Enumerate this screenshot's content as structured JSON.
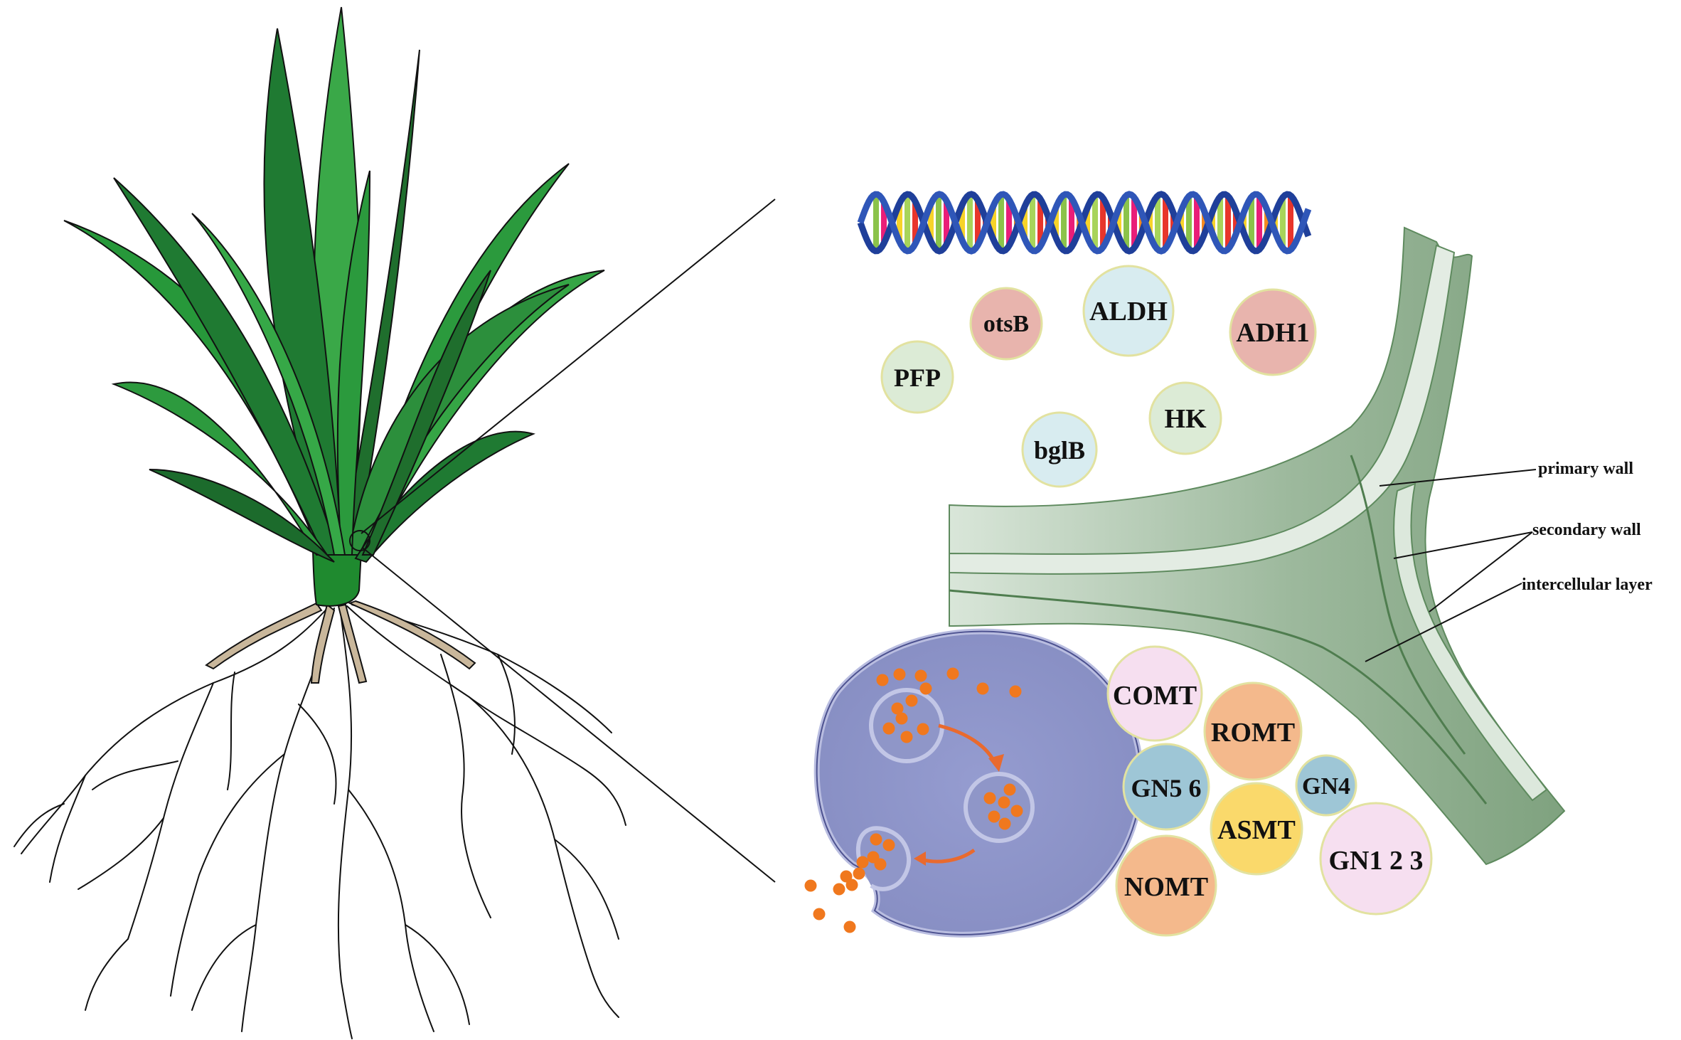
{
  "genes_top": [
    {
      "label": "otsB",
      "color": "#e8b4ad"
    },
    {
      "label": "ALDH",
      "color": "#d8ecf0"
    },
    {
      "label": "ADH1",
      "color": "#e8b4ad"
    },
    {
      "label": "PFP",
      "color": "#dcebd6"
    },
    {
      "label": "HK",
      "color": "#dcebd6"
    },
    {
      "label": "bglB",
      "color": "#d8ecf0"
    }
  ],
  "genes_bottom": [
    {
      "label": "COMT",
      "color": "#f6dff0"
    },
    {
      "label": "ROMT",
      "color": "#f4b98c"
    },
    {
      "label": "GN5 6",
      "color": "#9ec6d6"
    },
    {
      "label": "GN4",
      "color": "#9ec6d6"
    },
    {
      "label": "ASMT",
      "color": "#fad96b"
    },
    {
      "label": "GN1 2 3",
      "color": "#f6dff0"
    },
    {
      "label": "NOMT",
      "color": "#f4b98c"
    }
  ],
  "wall_labels": {
    "primary": "primary wall",
    "secondary": "secondary wall",
    "intercellular": "intercellular layer"
  },
  "colors": {
    "leaf_light": "#3a9d3a",
    "leaf_dark": "#1f6e2d",
    "root_brown": "#c9b79b",
    "cell_fill": "#8f96c8",
    "vesicle_dot": "#f0781e",
    "wall_green": "#8fae8f"
  }
}
